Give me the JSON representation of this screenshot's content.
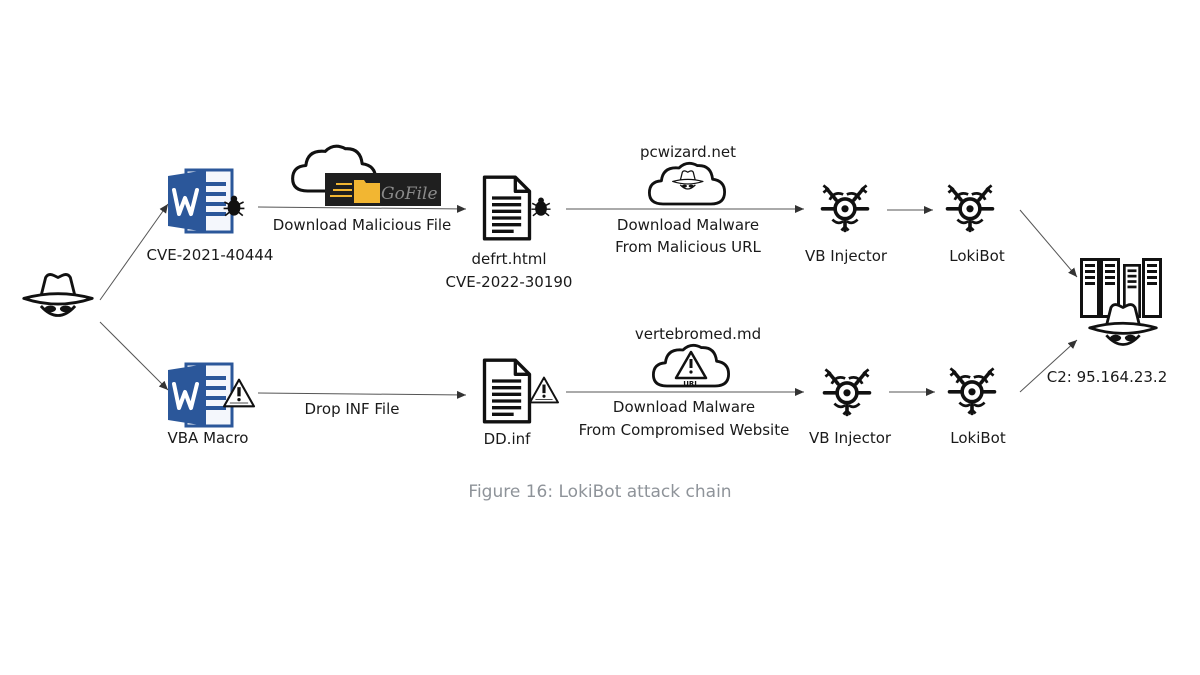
{
  "diagram": {
    "attacker_icon": "spy-icon",
    "top_path": {
      "doc_label": "CVE-2021-40444",
      "doc_icon": "word-document-icon",
      "download_label": "Download Malicious File",
      "cloud_logo_text": "GoFile",
      "html_file": "defrt.html",
      "html_cve": "CVE-2022-30190",
      "domain": "pcwizard.net",
      "download_malware_line1": "Download Malware",
      "download_malware_line2": "From Malicious URL",
      "injector": "VB Injector",
      "lokibot": "LokiBot"
    },
    "bottom_path": {
      "doc_label": "VBA Macro",
      "doc_icon": "word-document-icon",
      "drop_label": "Drop INF File",
      "inf_file": "DD.inf",
      "domain": "vertebromed.md",
      "cloud_badge_text": "URL",
      "download_malware_line1": "Download Malware",
      "download_malware_line2": "From Compromised Website",
      "injector": "VB Injector",
      "lokibot": "LokiBot"
    },
    "c2_label": "C2: 95.164.23.2",
    "server_icon": "server-icon",
    "word_color": "#2b579a",
    "gofile_color": "#f2b632"
  },
  "caption": "Figure 16: LokiBot attack chain"
}
